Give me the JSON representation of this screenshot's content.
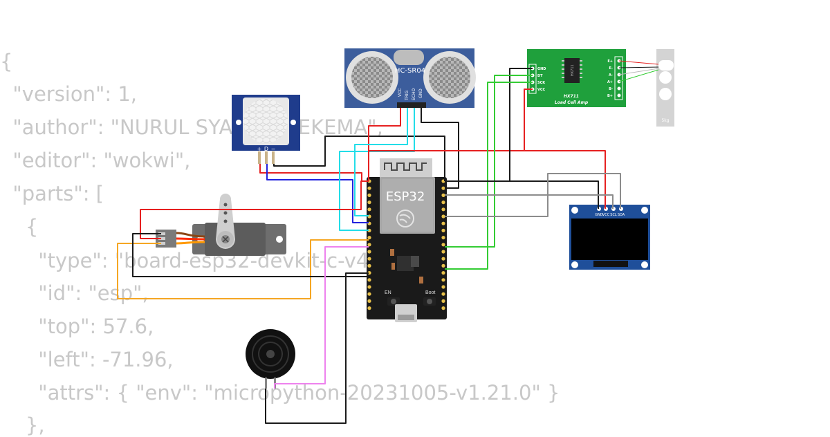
{
  "json_lines": [
    "{",
    "  \"version\": 1,",
    "  \"author\": \"NURUL SYAFINA SEKEMA\",",
    "  \"editor\": \"wokwi\",",
    "  \"parts\": [",
    "    {",
    "      \"type\": \"board-esp32-devkit-c-v4\",",
    "      \"id\": \"esp\",",
    "      \"top\": 57.6,",
    "      \"left\": -71.96,",
    "      \"attrs\": { \"env\": \"micropython-20231005-v1.21.0\" }",
    "    },"
  ],
  "parts": {
    "esp32": {
      "label": "ESP32",
      "btn_left": "EN",
      "btn_right": "Boot"
    },
    "ultrasonic": {
      "label": "HC-SR04",
      "pins": [
        "VCC",
        "TRIG",
        "ECHO",
        "GND"
      ]
    },
    "pir": {
      "pins": [
        "+",
        "D",
        "−"
      ]
    },
    "hx711": {
      "chip": "HX711",
      "title": "HX711",
      "subtitle": "Load Cell Amp",
      "left_pins": [
        "GND",
        "DT",
        "SCK",
        "VCC"
      ],
      "right_pins": [
        "E+",
        "E-",
        "A-",
        "A+",
        "B-",
        "B+"
      ]
    },
    "loadcell": {
      "label": "5kg"
    },
    "oled": {
      "pins": [
        "GND",
        "VCC",
        "SCL",
        "SDA"
      ]
    },
    "servo": {},
    "buzzer": {}
  },
  "wire_colors": {
    "red": "#e62020",
    "black": "#1a1a1a",
    "blue": "#2222dd",
    "cyan": "#22dde8",
    "green": "#33cc33",
    "gray": "#8c8c8c",
    "orange": "#f5a623",
    "pink": "#ee82ee"
  }
}
